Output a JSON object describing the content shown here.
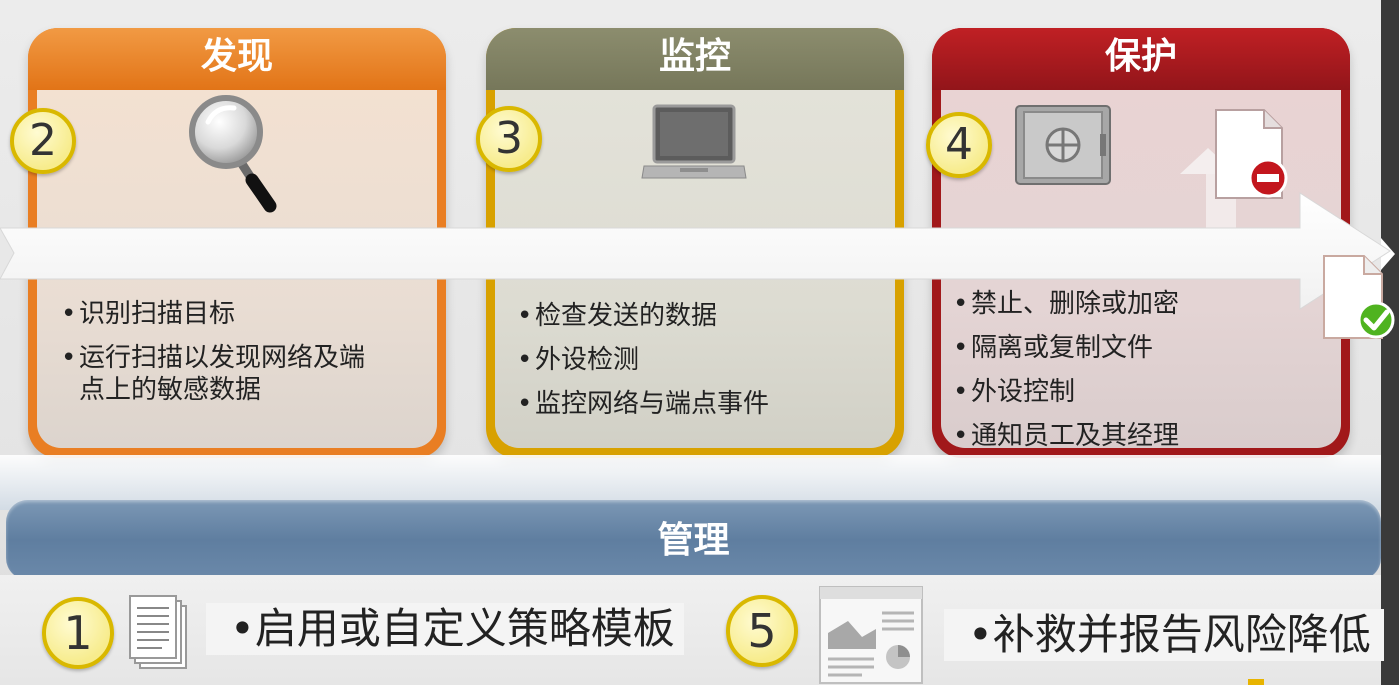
{
  "stages": [
    {
      "title": "发现",
      "number": "2",
      "icon": "magnifier-icon",
      "bullets": [
        "识别扫描目标",
        "运行扫描以发现网络及端点上的敏感数据"
      ]
    },
    {
      "title": "监控",
      "number": "3",
      "icon": "laptop-icon",
      "bullets": [
        "检查发送的数据",
        "外设检测",
        "监控网络与端点事件"
      ]
    },
    {
      "title": "保护",
      "number": "4",
      "icon": "safe-icon",
      "bullets": [
        "禁止、删除或加密",
        "隔离或复制文件",
        "外设控制",
        "通知员工及其经理"
      ]
    }
  ],
  "manage": {
    "title": "管理",
    "steps": [
      {
        "number": "1",
        "icon": "document-stack-icon",
        "label": "•启用或自定义策略模板"
      },
      {
        "number": "5",
        "icon": "report-icon",
        "label": "•补救并报告风险降低"
      }
    ]
  },
  "colors": {
    "discover": "#e97e23",
    "monitor_head": "#808164",
    "monitor_border": "#d8a100",
    "protect": "#a1181a",
    "manage_bar": "#6b89aa",
    "badge_fill": "#f7ec8d",
    "badge_border": "#d9b800"
  }
}
